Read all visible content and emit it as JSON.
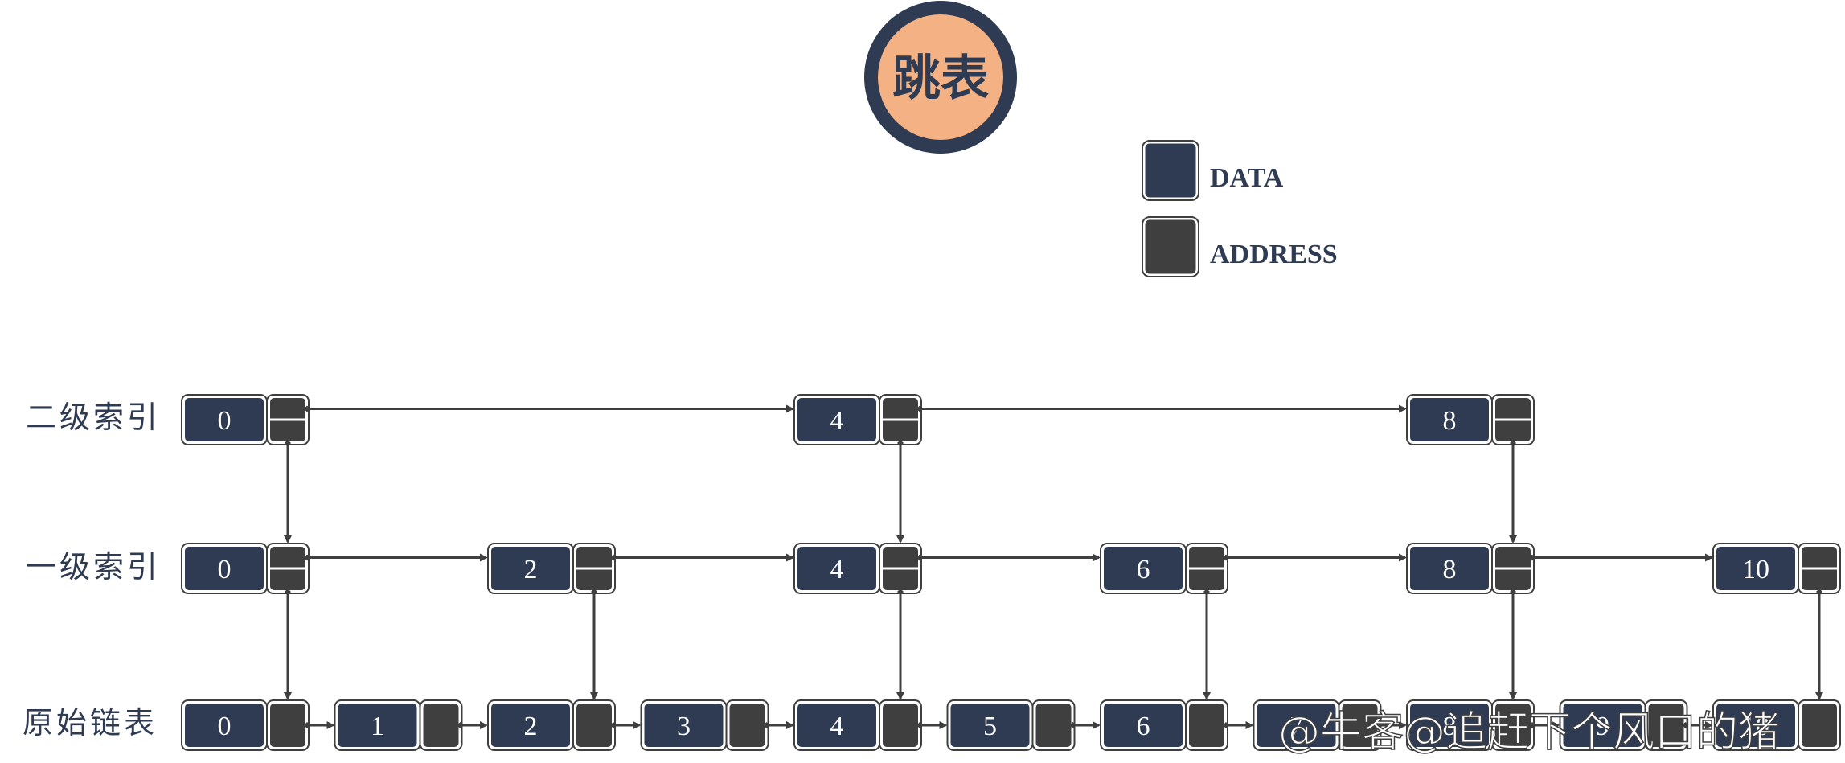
{
  "title": "跳表",
  "legend": [
    {
      "label": "DATA",
      "color": "#2e3b52"
    },
    {
      "label": "ADDRESS",
      "color": "#3f3f3f"
    }
  ],
  "levels": [
    {
      "label": "二级索引",
      "nodes": [
        "0",
        "4",
        "8"
      ]
    },
    {
      "label": "一级索引",
      "nodes": [
        "0",
        "2",
        "4",
        "6",
        "8",
        "10"
      ]
    },
    {
      "label": "原始链表",
      "nodes": [
        "0",
        "1",
        "2",
        "3",
        "4",
        "5",
        "6",
        "7",
        "8",
        "9",
        "10"
      ]
    }
  ],
  "watermark": "@牛客@追赶下个风口的猪",
  "colors": {
    "data_fill": "#2e3b52",
    "address_fill": "#3f3f3f",
    "title_fill": "#f4b183",
    "title_ring": "#2e3b52",
    "arrow": "#3f3f3f"
  }
}
